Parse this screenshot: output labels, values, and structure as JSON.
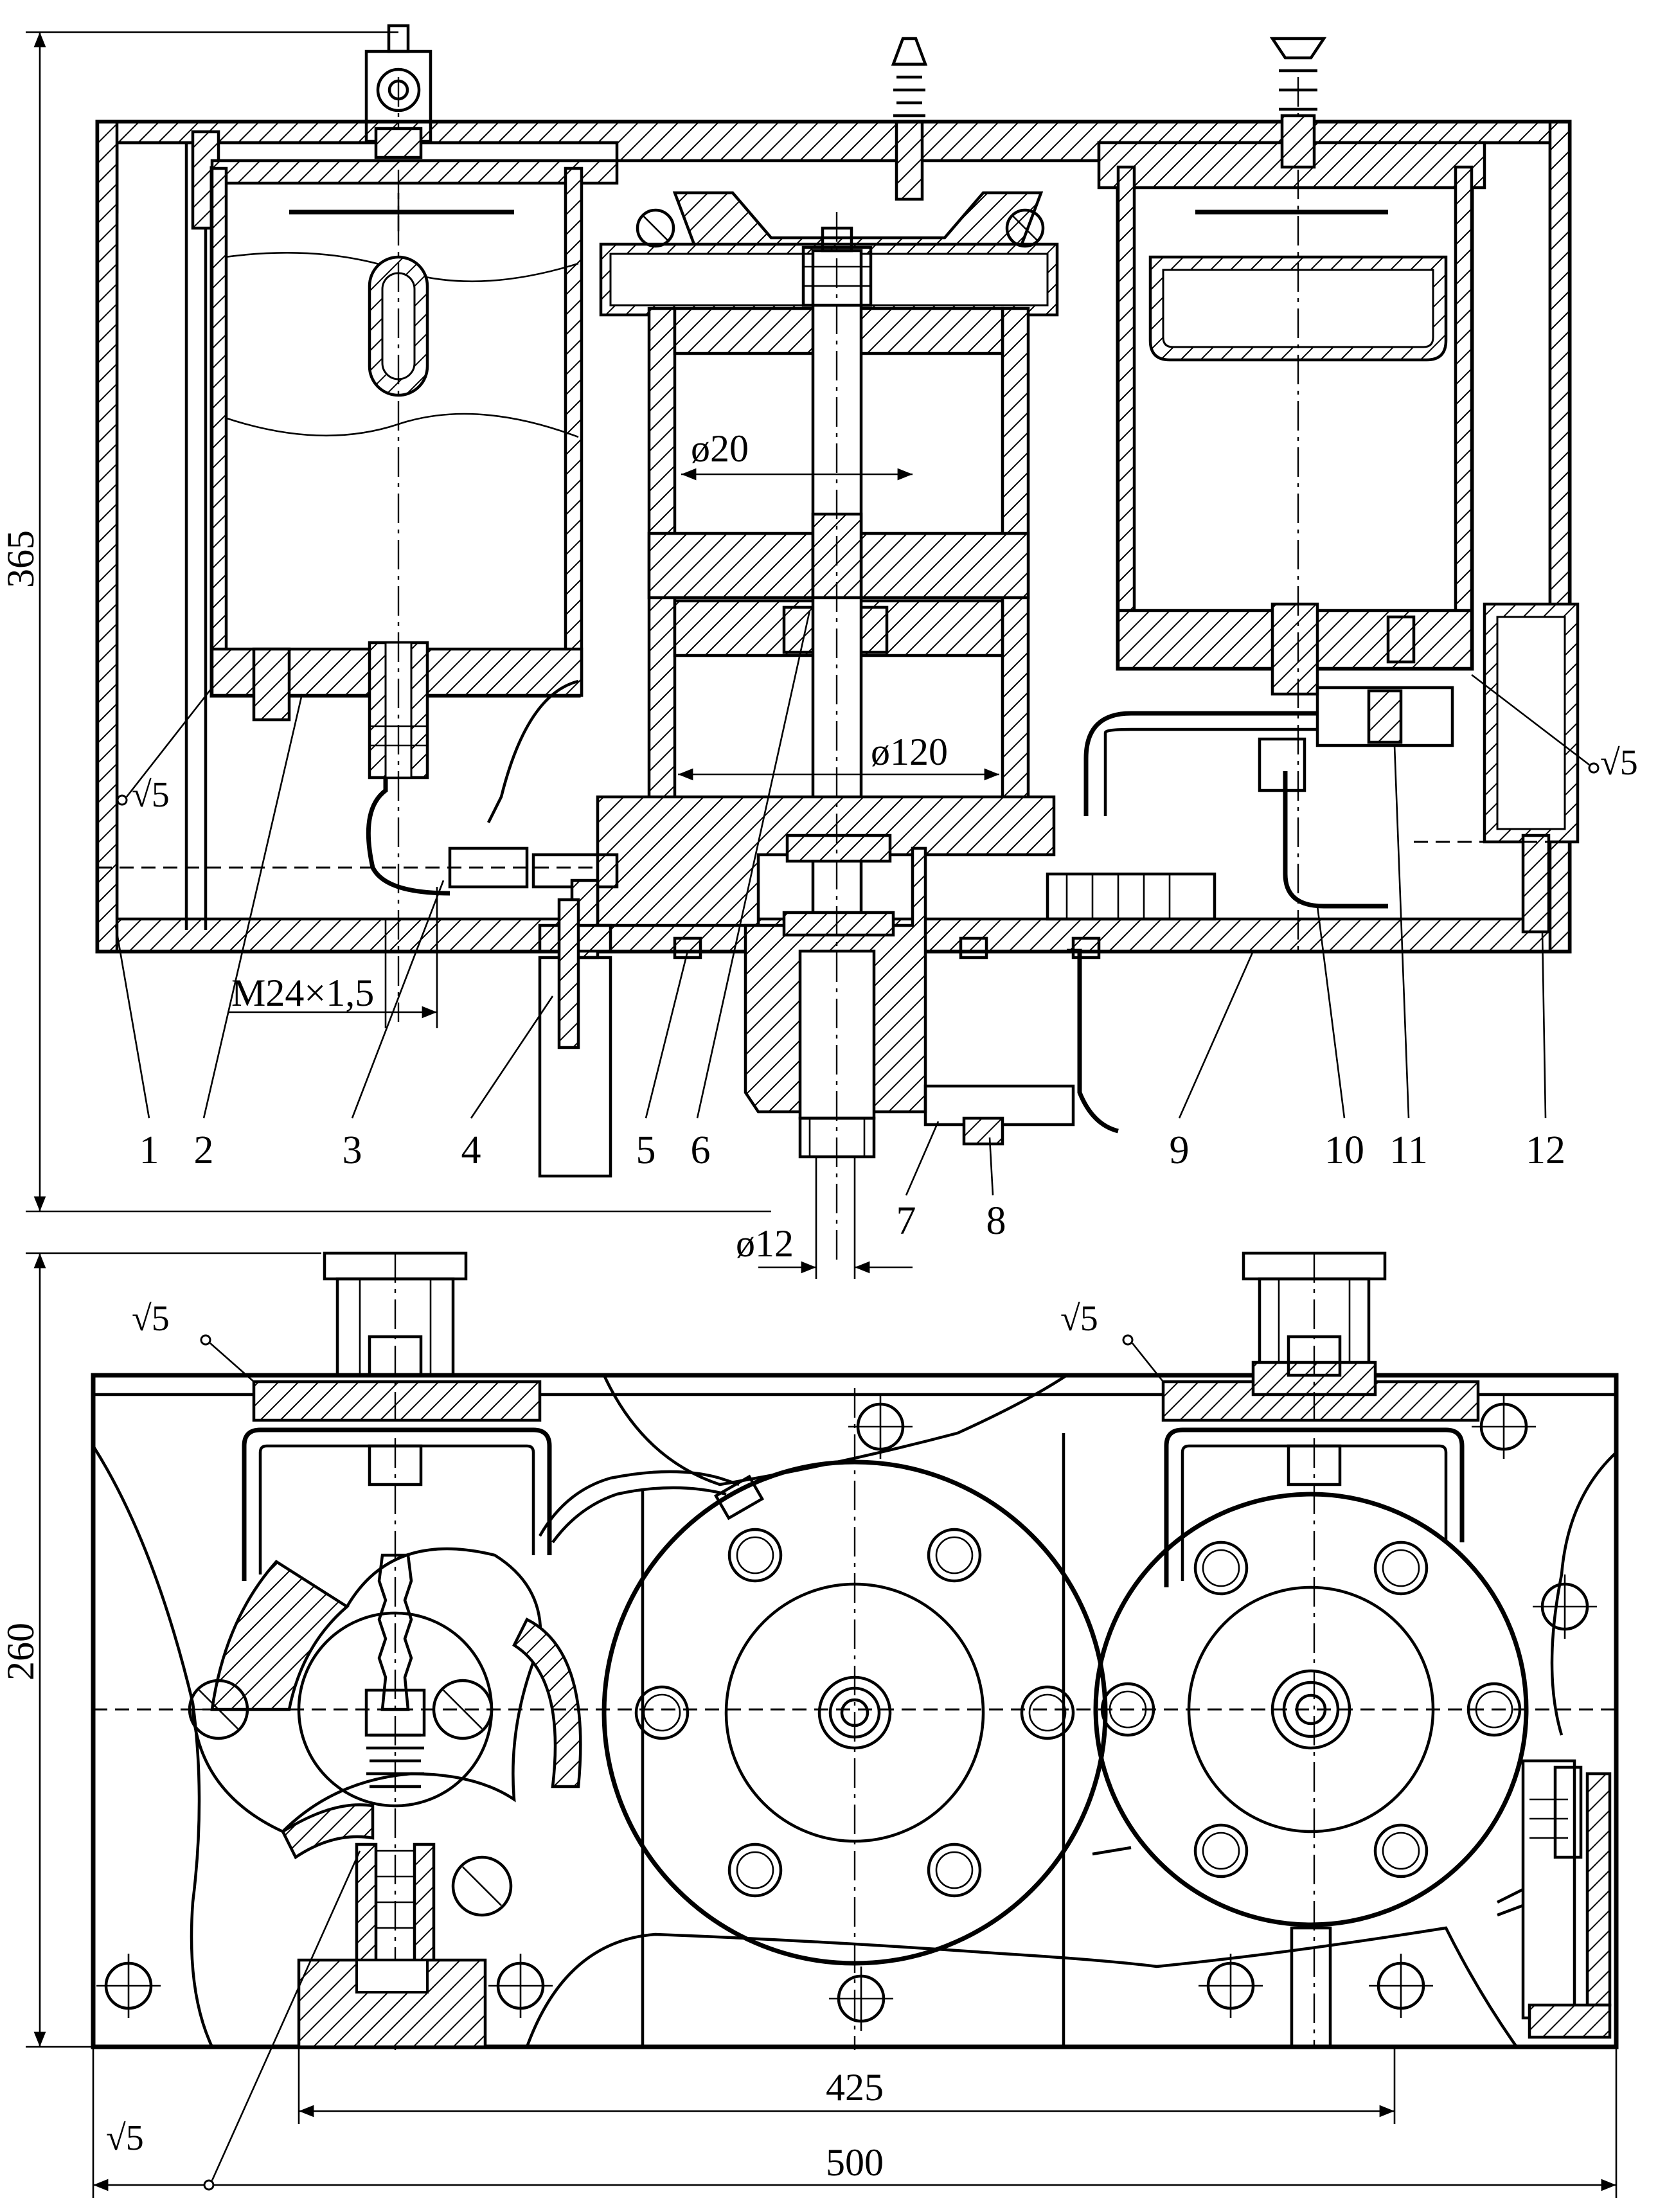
{
  "top_view": {
    "part_labels": [
      "1",
      "2",
      "3",
      "4",
      "5",
      "6",
      "7",
      "8",
      "9",
      "10",
      "11",
      "12"
    ],
    "dimensions": {
      "height": "365",
      "rod_diameter": "ø20",
      "cylinder_diameter": "ø120",
      "thread": "M24×1,5",
      "outlet_diameter": "ø12"
    },
    "roughness": {
      "left": "√5",
      "right": "√5"
    }
  },
  "bottom_view": {
    "dimensions": {
      "height": "260",
      "bolt_span": "425",
      "width": "500"
    },
    "roughness": {
      "top_left": "√5",
      "top_right": "√5",
      "bottom_left": "√5"
    }
  }
}
